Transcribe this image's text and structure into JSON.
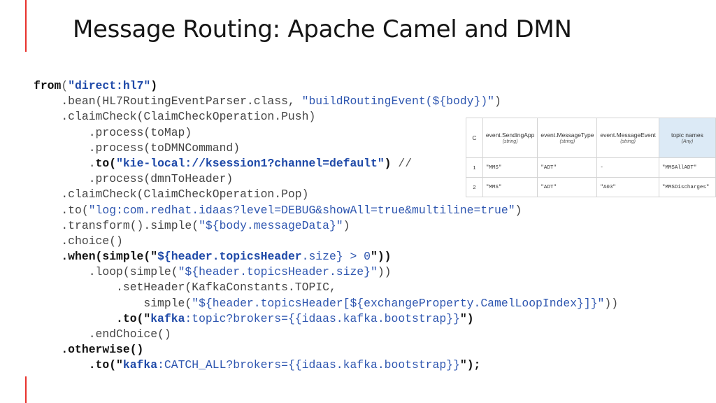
{
  "slide": {
    "title": "Message Routing: Apache Camel and DMN"
  },
  "code": {
    "l1": {
      "a": "from",
      "b": "(",
      "c": "\"direct:hl7\"",
      "d": ")"
    },
    "l2": {
      "a": "    .bean(HL7RoutingEventParser.class, ",
      "b": "\"buildRoutingEvent(${body})\"",
      "c": ")"
    },
    "l3": {
      "a": "    .claimCheck(ClaimCheckOperation.Push)"
    },
    "l4": {
      "a": "        .process(toMap)"
    },
    "l5": {
      "a": "        .process(toDMNCommand)"
    },
    "l6": {
      "a": "        .",
      "b": "to",
      "c": "(",
      "d": "\"kie-local://ksession1?channel=default\"",
      "e": ") ",
      "f": "//"
    },
    "l7": {
      "a": "        .process(dmnToHeader)"
    },
    "l8": {
      "a": "    .claimCheck(ClaimCheckOperation.Pop)"
    },
    "l9": {
      "a": "    .to(",
      "b": "\"log:com.redhat.idaas?level=DEBUG&showAll=true&multiline=true\"",
      "c": ")"
    },
    "l10": {
      "a": "    .transform().simple(",
      "b": "\"${body.messageData}\"",
      "c": ")"
    },
    "l11": {
      "a": "    .choice()"
    },
    "l12": {
      "a": "    .when(simple(\"",
      "b": "${header.topicsHeader",
      "c": ".size} > 0",
      "d": "\"))"
    },
    "l13": {
      "a": "        .loop(simple(",
      "b": "\"${header.topicsHeader.size}\"",
      "c": "))"
    },
    "l14": {
      "a": "            .setHeader(KafkaConstants.TOPIC,"
    },
    "l15": {
      "a": "                simple(",
      "b": "\"${header.topicsHeader[${exchangeProperty.CamelLoopIndex}]}\"",
      "c": "))"
    },
    "l16": {
      "a": "            .to(\"",
      "b": "kafka",
      "c": ":topic?brokers={{idaas.kafka.bootstrap}}",
      "d": "\")"
    },
    "l17": {
      "a": "        .endChoice()"
    },
    "l18": {
      "a": "    .otherwise()"
    },
    "l19": {
      "a": "        .to(\"",
      "b": "kafka",
      "c": ":CATCH_ALL?brokers={{idaas.kafka.bootstrap}}",
      "d": "\");"
    }
  },
  "dmn_table": {
    "hit_policy": "C",
    "columns": [
      {
        "name": "event.SendingApp",
        "type": "(string)"
      },
      {
        "name": "event.MessageType",
        "type": "(string)"
      },
      {
        "name": "event.MessageEvent",
        "type": "(string)"
      },
      {
        "name": "topic names",
        "type": "(Any)"
      }
    ],
    "rows": [
      {
        "index": "1",
        "cells": [
          "\"MMS\"",
          "\"ADT\"",
          "-",
          "\"MMSAllADT\""
        ]
      },
      {
        "index": "2",
        "cells": [
          "\"MMS\"",
          "\"ADT\"",
          "\"A03\"",
          "\"MMSDischarges\""
        ]
      }
    ]
  },
  "colors": {
    "accent": "#e8322c",
    "string": "#2e56b0",
    "output_header": "#dceaf6"
  }
}
